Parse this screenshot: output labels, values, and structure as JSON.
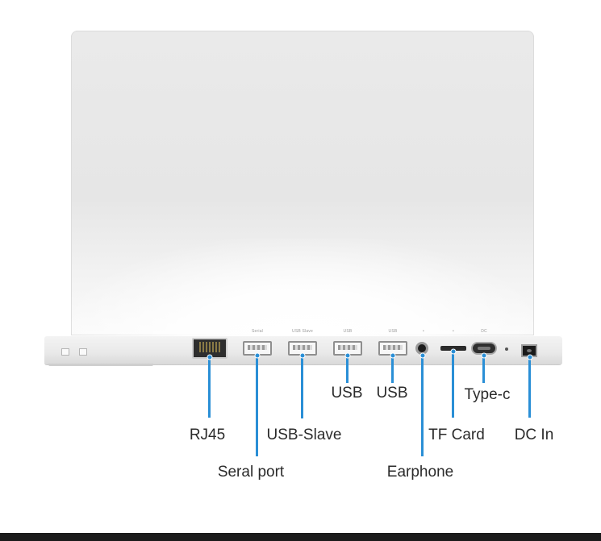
{
  "device": {
    "port_tags": {
      "usb_1": "Serial",
      "usb_2": "USB Slave",
      "usb_3": "USB",
      "usb_4": "USB",
      "earphone": "•",
      "tf": "•",
      "typec": "DC"
    }
  },
  "callouts": {
    "rj45": "RJ45",
    "serial_port": "Seral port",
    "usb_slave": "USB-Slave",
    "usb_a": "USB",
    "usb_b": "USB",
    "earphone": "Earphone",
    "tf_card": "TF Card",
    "type_c": "Type-c",
    "dc_in": "DC In"
  },
  "colors": {
    "callout_line": "#2a8fd6",
    "label_text": "#2b2b2b"
  }
}
